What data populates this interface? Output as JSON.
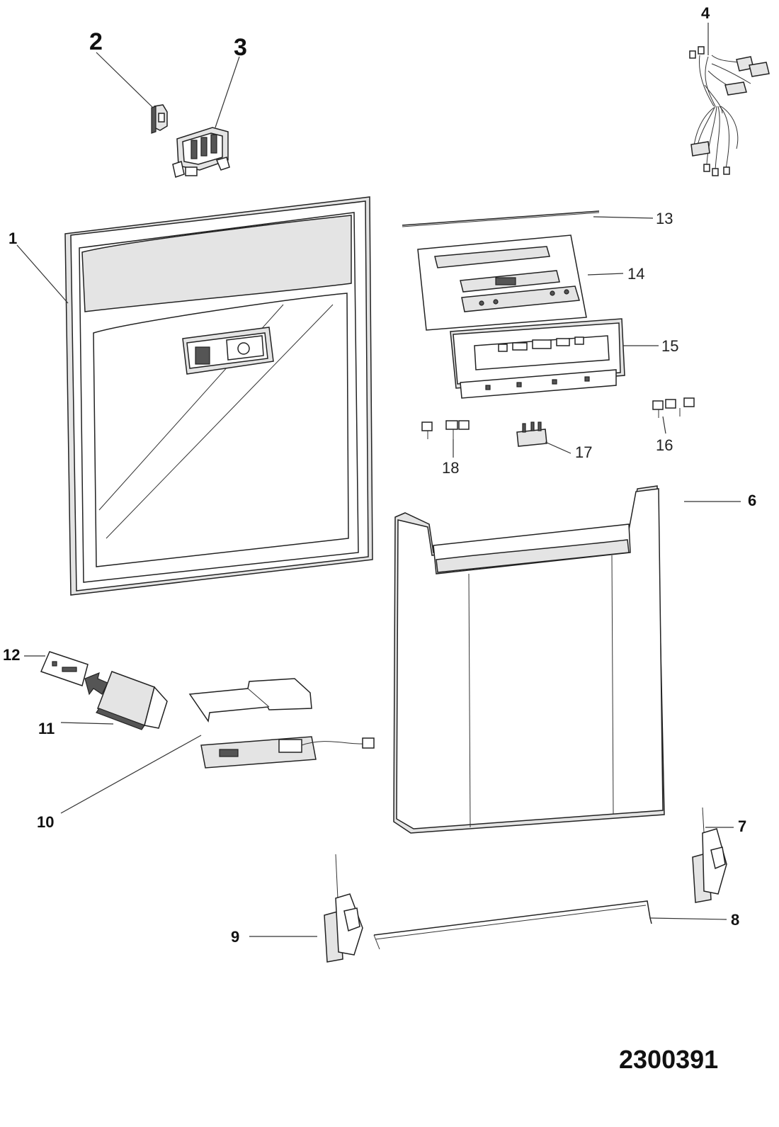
{
  "diagram_number": "2300391",
  "labels": {
    "l1": "1",
    "l2": "2",
    "l3": "3",
    "l4": "4",
    "l6": "6",
    "l7": "7",
    "l8": "8",
    "l9": "9",
    "l10": "10",
    "l11": "11",
    "l12": "12",
    "l13": "13",
    "l14": "14",
    "l15": "15",
    "l16": "16",
    "l17": "17",
    "l18": "18"
  }
}
